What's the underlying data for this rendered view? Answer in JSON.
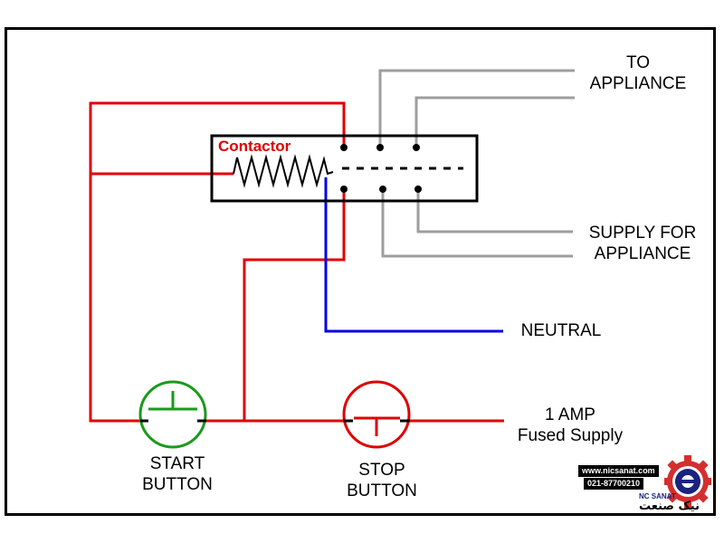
{
  "diagram": {
    "contactor_label": "Contactor",
    "to_appliance": [
      "TO",
      "APPLIANCE"
    ],
    "supply_for_appliance": [
      "SUPPLY FOR",
      "APPLIANCE"
    ],
    "neutral": "NEUTRAL",
    "fused_supply": [
      "1 AMP",
      "Fused Supply"
    ],
    "start_button": [
      "START",
      "BUTTON"
    ],
    "stop_button": [
      "STOP",
      "BUTTON"
    ]
  },
  "watermark": {
    "website": "www.nicsanat.com",
    "phone": "021-87700210",
    "brand": "NC SANAT",
    "brand_fa": "نیک صنعت"
  },
  "colors": {
    "live_wire": "#e00000",
    "neutral_wire": "#0000e0",
    "appliance_wire": "#9e9e9e",
    "start_button": "#1a9a1a",
    "stop_button": "#e00000",
    "logo": "#1a237e"
  }
}
